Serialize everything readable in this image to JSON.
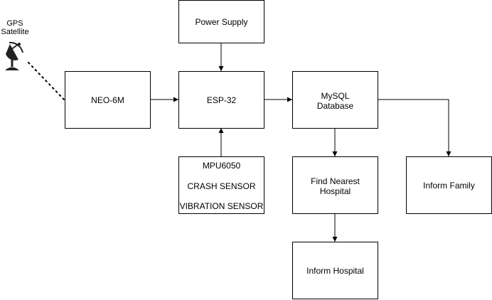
{
  "satellite": {
    "line1": "GPS",
    "line2": "Satellite"
  },
  "nodes": {
    "power_supply": "Power Supply",
    "neo6m": "NEO-6M",
    "esp32": "ESP-32",
    "mysql": {
      "line1": "MySQL",
      "line2": "Database"
    },
    "mpu": {
      "line1": "MPU6050",
      "line2": "CRASH SENSOR",
      "line3": "VIBRATION SENSOR"
    },
    "nearest": {
      "line1": "Find Nearest",
      "line2": "Hospital"
    },
    "inform_family": "Inform Family",
    "inform_hospital": "Inform Hospital"
  }
}
